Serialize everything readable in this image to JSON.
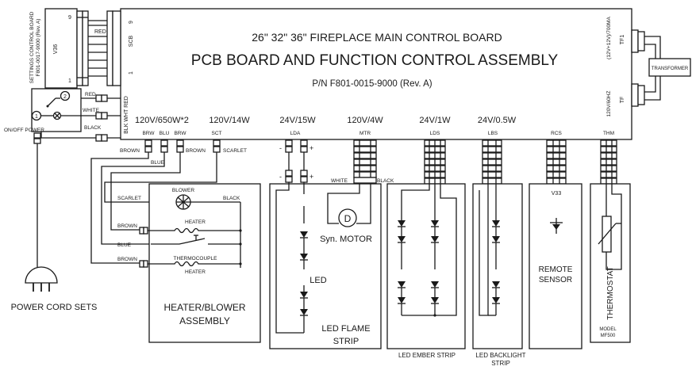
{
  "board": {
    "title1": "26\" 32\" 36\" FIREPLACE MAIN CONTROL BOARD",
    "title2": "PCB BOARD AND FUNCTION CONTROL ASSEMBLY",
    "pn": "P/N F801-0015-9000 (Rev. A)",
    "scb": "SCB",
    "pin9": "9",
    "pin1": "1",
    "rating_tf1": "(12V+12V)/700MA",
    "tf1": "TF1",
    "rating_tf": "120V/60HZ",
    "tf": "TF",
    "pwr_pins": "BLK WHT RED"
  },
  "settings_board": {
    "title": "SETTINGS CONTROL BOARD",
    "pn": "F801-0017-9000 (Rev. A)",
    "model": "V36",
    "pin9": "9",
    "pin1": "1",
    "wire": "RED"
  },
  "transformer": {
    "label": "TRANSFORMER"
  },
  "power": {
    "switch_label": "ON/OFF POWER",
    "red": "RED",
    "white": "WHITE",
    "black": "BLACK",
    "n1": "1",
    "n2": "2",
    "cord": "POWER CORD SETS"
  },
  "connectors": [
    {
      "rating": "120V/650W*2",
      "pins": [
        "BRW",
        "BLU",
        "BRW"
      ]
    },
    {
      "rating": "120V/14W",
      "pin": "SCT"
    },
    {
      "rating": "24V/15W",
      "pin": "LDA"
    },
    {
      "rating": "120V/4W",
      "pin": "MTR"
    },
    {
      "rating": "24V/1W",
      "pin": "LDS"
    },
    {
      "rating": "24V/0.5W",
      "pin": "LBS"
    },
    {
      "pin": "RCS"
    },
    {
      "pin": "THM"
    }
  ],
  "wires": {
    "brown": "BROWN",
    "blue": "BLUE",
    "scarlet": "SCARLET",
    "black": "BLACK",
    "white": "WHITE",
    "minus": "-",
    "plus": "+"
  },
  "heater_assembly": {
    "blower": "BLOWER",
    "heater": "HEATER",
    "thermocouple": "THERMOCOUPLE",
    "heater2": "HEATER",
    "label1": "HEATER/BLOWER",
    "label2": "ASSEMBLY"
  },
  "flame": {
    "motor_letter": "D",
    "motor": "Syn. MOTOR",
    "led": "LED",
    "label1": "LED FLAME",
    "label2": "STRIP"
  },
  "ember": {
    "label": "LED EMBER STRIP"
  },
  "backlight": {
    "label1": "LED BACKLIGHT",
    "label2": "STRIP"
  },
  "remote": {
    "code": "V33",
    "label1": "REMOTE",
    "label2": "SENSOR"
  },
  "thermostat": {
    "label": "THERMOSTAT",
    "model1": "MODEL",
    "model2": "MF500"
  }
}
